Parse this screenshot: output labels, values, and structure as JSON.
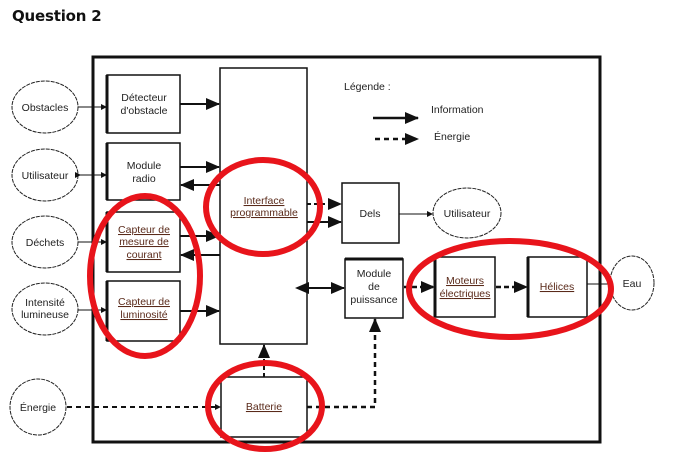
{
  "title": "Question 2",
  "legend": {
    "heading": "Légende :",
    "information": "Information",
    "energie": "Énergie"
  },
  "external": {
    "obstacles": "Obstacles",
    "utilisateur_left": "Utilisateur",
    "dechets": "Déchets",
    "intensite_1": "Intensité",
    "intensite_2": "lumineuse",
    "energie": "Énergie",
    "utilisateur_right": "Utilisateur",
    "eau": "Eau"
  },
  "blocks": {
    "detecteur": [
      "Détecteur",
      "d'obstacle"
    ],
    "module_radio": [
      "Module",
      "radio"
    ],
    "capteur_courant": [
      "Capteur de",
      "mesure de",
      "courant"
    ],
    "capteur_luminosite": [
      "Capteur de",
      "luminosité"
    ],
    "interface": [
      "Interface",
      "programmable"
    ],
    "dels": "Dels",
    "module_puissance": [
      "Module",
      "de",
      "puissance"
    ],
    "moteurs": [
      "Moteurs",
      "électriques"
    ],
    "helices": "Hélices",
    "batterie": "Batterie"
  },
  "colors": {
    "highlight": "#e8141b",
    "line": "#111111",
    "underlined_text": "#5a2a1a"
  },
  "highlighted_blocks": [
    "capteur_courant",
    "capteur_luminosite",
    "interface",
    "moteurs",
    "helices",
    "batterie"
  ]
}
